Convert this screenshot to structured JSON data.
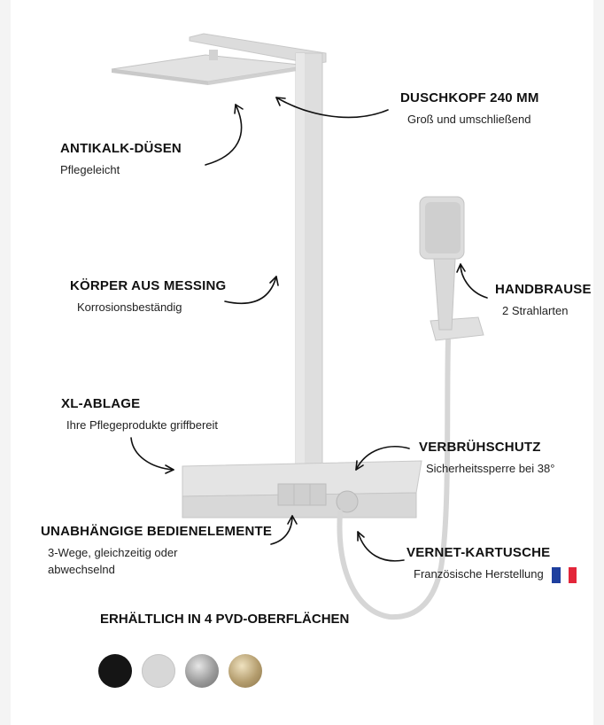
{
  "features": {
    "duschkopf": {
      "title": "DUSCHKOPF 240 MM",
      "subtitle": "Groß und umschließend"
    },
    "antikalk": {
      "title": "ANTIKALK-DÜSEN",
      "subtitle": "Pflegeleicht"
    },
    "handbrause": {
      "title": "HANDBRAUSE",
      "subtitle": "2 Strahlarten"
    },
    "messing": {
      "title": "KÖRPER AUS MESSING",
      "subtitle": "Korrosionsbeständig"
    },
    "ablage": {
      "title": "XL-ABLAGE",
      "subtitle": "Ihre Pflegeprodukte griffbereit"
    },
    "verbruehschutz": {
      "title": "VERBRÜHSCHUTZ",
      "subtitle": "Sicherheitssperre bei 38°"
    },
    "bedienelemente": {
      "title": "UNABHÄNGIGE BEDIENELEMENTE",
      "subtitle": "3-Wege, gleichzeitig oder abwechselnd"
    },
    "kartusche": {
      "title": "VERNET-KARTUSCHE",
      "subtitle": "Französische Herstellung"
    }
  },
  "finishes": {
    "title": "ERHÄLTLICH IN 4 PVD-OBERFLÄCHEN",
    "items": [
      {
        "name": "black",
        "color": "#151515"
      },
      {
        "name": "white",
        "color": "#d7d7d7"
      },
      {
        "name": "brushed-steel",
        "color": "#9a9a9a"
      },
      {
        "name": "brushed-gold",
        "color": "#b49d6e"
      }
    ]
  },
  "colors": {
    "product": "#d9d9d9",
    "flag_blue": "#1e3f9e",
    "flag_white": "#ffffff",
    "flag_red": "#e3263a"
  }
}
